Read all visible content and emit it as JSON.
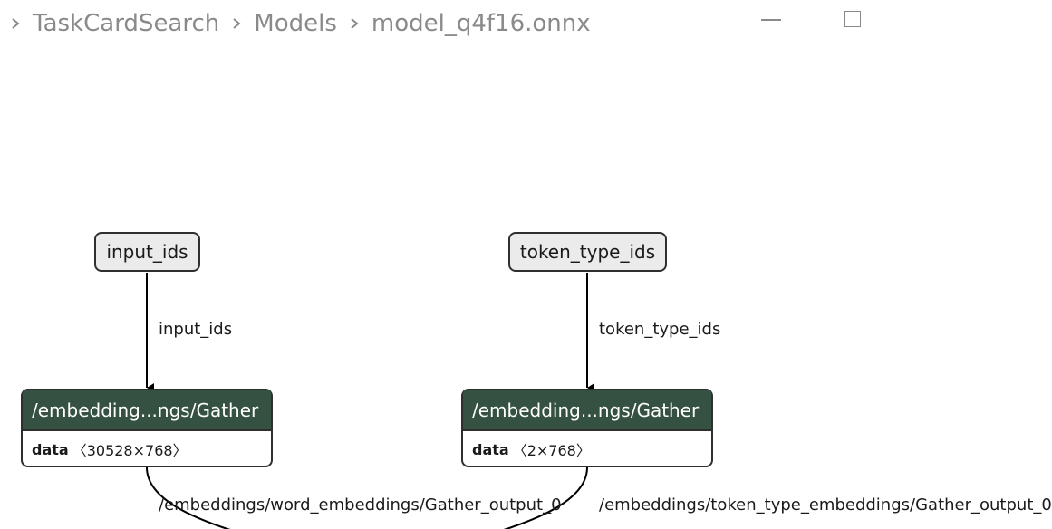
{
  "breadcrumb": {
    "items": [
      "TaskCardSearch",
      "Models",
      "model_q4f16.onnx"
    ],
    "separator_icon": "chevron-right-icon"
  },
  "window_controls": {
    "minimize_icon": "minimize-icon",
    "maximize_icon": "maximize-icon"
  },
  "graph": {
    "inputs": [
      {
        "label": "input_ids"
      },
      {
        "label": "token_type_ids"
      }
    ],
    "edges_in": [
      {
        "label": "input_ids"
      },
      {
        "label": "token_type_ids"
      }
    ],
    "ops": [
      {
        "title": "/embedding...ngs/Gather",
        "attr_name": "data",
        "attr_value": "〈30528×768〉"
      },
      {
        "title": "/embedding...ngs/Gather",
        "attr_name": "data",
        "attr_value": "〈2×768〉"
      }
    ],
    "edges_out": [
      {
        "label": "/embeddings/word_embeddings/Gather_output_0"
      },
      {
        "label": "/embeddings/token_type_embeddings/Gather_output_0"
      }
    ],
    "colors": {
      "op_header": "#355142",
      "input_fill": "#ebebeb",
      "border": "#2f2f2f"
    }
  }
}
